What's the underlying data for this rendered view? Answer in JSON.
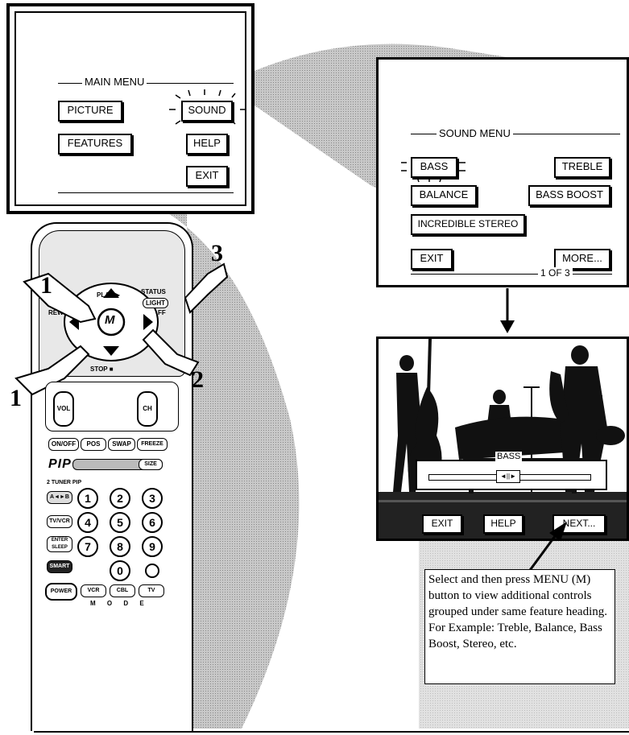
{
  "main_menu": {
    "title": "MAIN MENU",
    "buttons": [
      "PICTURE",
      "SOUND",
      "FEATURES",
      "HELP",
      "EXIT"
    ]
  },
  "sound_menu": {
    "title": "SOUND MENU",
    "buttons": [
      "BASS",
      "TREBLE",
      "BALANCE",
      "BASS BOOST",
      "INCREDIBLE STEREO",
      "EXIT",
      "MORE..."
    ],
    "page_indicator": "1 OF 3"
  },
  "bass_screen": {
    "label": "BASS",
    "buttons": [
      "EXIT",
      "HELP",
      "NEXT..."
    ]
  },
  "steps": [
    "1",
    "3",
    "2",
    "1"
  ],
  "remote": {
    "top_labels": {
      "play": "PLAY ▶",
      "status": "STATUS",
      "light": "LIGHT",
      "rew": "REW",
      "ff": "FF",
      "stop": "STOP ■",
      "menu": "M"
    },
    "vol": "VOL",
    "ch": "CH",
    "pip_row": [
      "ON/OFF",
      "POS",
      "SWAP",
      "FREEZE"
    ],
    "pip_label": "PIP",
    "size": "SIZE",
    "tuner": "2 TUNER PIP",
    "keys": [
      "1",
      "2",
      "3",
      "4",
      "5",
      "6",
      "7",
      "8",
      "9",
      "0"
    ],
    "side_keys": [
      "A◄►B",
      "TV/VCR",
      "ENTER SLEEP",
      "SMART"
    ],
    "power": "POWER",
    "modes": [
      "VCR",
      "CBL",
      "TV"
    ],
    "mode_label": "M O D E"
  },
  "note": "Select and then press MENU (M) button to view additional controls grouped under same feature heading. For Example: Treble, Balance, Bass Boost, Stereo, etc."
}
